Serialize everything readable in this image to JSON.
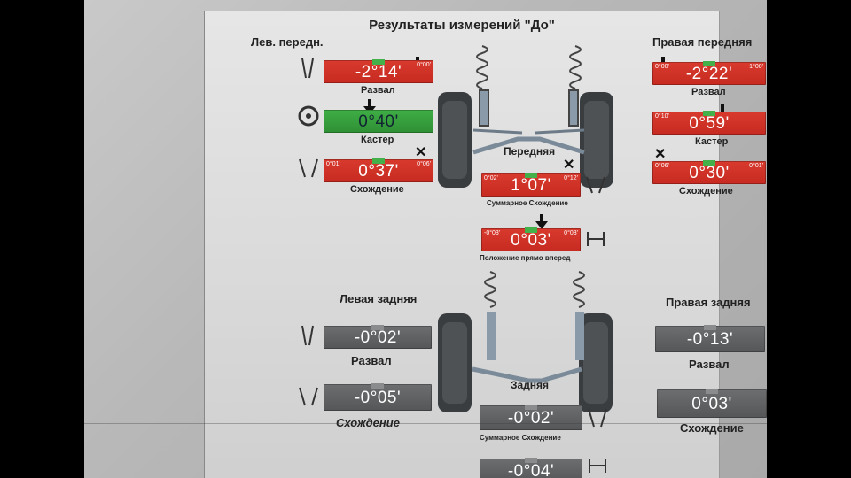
{
  "title": "Результаты измерений \"До\"",
  "front": {
    "section_label": "Передняя",
    "left": {
      "heading": "Лев. передн.",
      "camber": {
        "value": "-2°14'",
        "label": "Развал",
        "limit_left": "",
        "limit_right": "0°00'"
      },
      "caster": {
        "value": "0°40'",
        "label": "Кастер"
      },
      "toe": {
        "value": "0°37'",
        "label": "Схождение",
        "limit_left": "0°01'",
        "limit_right": "0°06'"
      }
    },
    "right": {
      "heading": "Правая передняя",
      "camber": {
        "value": "-2°22'",
        "label": "Развал",
        "limit_left": "0°00'",
        "limit_right": "1°00'"
      },
      "caster": {
        "value": "0°59'",
        "label": "Кастер",
        "limit_left": "0°10'"
      },
      "toe": {
        "value": "0°30'",
        "label": "Схождение",
        "limit_left": "0°06'",
        "limit_right": "0°01'"
      }
    },
    "total_toe": {
      "value": "1°07'",
      "label": "Суммарное Схождение",
      "limit_left": "0°02'",
      "limit_right": "0°12'"
    },
    "straight_ahead": {
      "value": "0°03'",
      "label": "Положение прямо вперед",
      "limit_left": "-0°03'",
      "limit_right": "0°03'"
    }
  },
  "rear": {
    "section_label": "Задняя",
    "left": {
      "heading": "Левая задняя",
      "camber": {
        "value": "-0°02'",
        "label": "Развал"
      },
      "toe": {
        "value": "-0°05'",
        "label": "Схождение"
      }
    },
    "right": {
      "heading": "Правая задняя",
      "camber": {
        "value": "-0°13'",
        "label": "Развал"
      },
      "toe": {
        "value": "0°03'",
        "label": "Схождение"
      }
    },
    "total_toe": {
      "value": "-0°02'",
      "label": "Суммарное Схождение"
    },
    "thrust": {
      "value": "-0°04'"
    }
  },
  "colors": {
    "out_of_spec": "#d83a2e",
    "in_spec": "#3fae45",
    "no_spec": "#606264"
  },
  "icons": [
    "camber-icon",
    "caster-icon",
    "toe-icon",
    "wheel-icon",
    "strut-icon",
    "arrow-down-icon",
    "cross-mark-icon"
  ]
}
